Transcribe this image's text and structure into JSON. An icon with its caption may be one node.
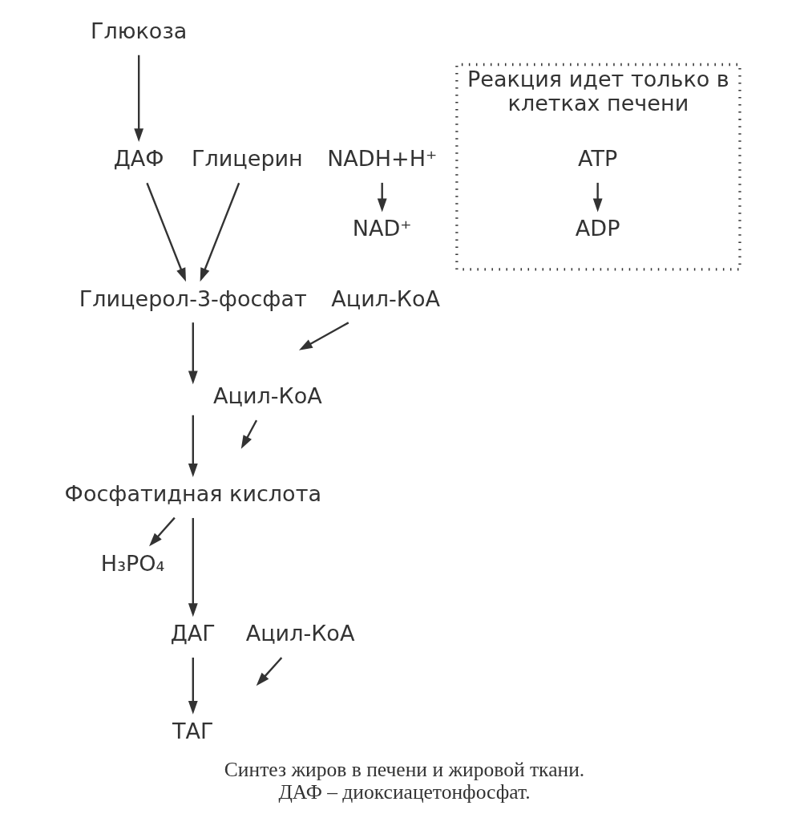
{
  "diagram": {
    "caption": "Синтез жиров в печени и жировой ткани. ДАФ – диоксиацетонфосфат.",
    "nodes": [
      {
        "text": [
          "Глюкоза"
        ]
      },
      {
        "text": [
          "ДАФ"
        ]
      },
      {
        "text": [
          "Глицерин"
        ]
      },
      {
        "text": [
          "NADH+H⁺"
        ]
      },
      {
        "text": [
          "Реакция идет только в клетках печени"
        ]
      },
      {
        "text": [
          "ATP"
        ],
        "in": 4
      },
      {
        "text": [
          "NAD⁺"
        ]
      },
      {
        "text": [
          "ADP"
        ],
        "in": 4
      },
      {
        "text": [
          "Глицерол-3-фосфат"
        ]
      },
      {
        "text": [
          "Ацил-КоА"
        ]
      },
      {
        "text": [
          "Ацил-КоА"
        ]
      },
      {
        "text": [
          "Фосфатидная кислота"
        ]
      },
      {
        "text": [
          "H₃PO₄"
        ]
      },
      {
        "text": [
          "ДАГ"
        ]
      },
      {
        "text": [
          "Ацил-КоА"
        ]
      },
      {
        "text": [
          "ТАГ"
        ]
      }
    ],
    "edges": [
      {
        "from": 0,
        "to": 1,
        "arrow": "to"
      },
      {
        "from": 3,
        "to": 6,
        "arrow": "to"
      },
      {
        "from": 1,
        "to": 8,
        "arrow": "to"
      },
      {
        "from": 2,
        "to": 8,
        "arrow": "to"
      },
      {
        "from": 5,
        "to": 7,
        "arrow": "to"
      },
      {
        "from": 8,
        "to": null,
        "arrow": "to"
      },
      {
        "from": 9,
        "to": null,
        "arrow": "to"
      },
      {
        "from": null,
        "to": 11,
        "arrow": "to"
      },
      {
        "from": 10,
        "to": null,
        "arrow": "to"
      },
      {
        "from": 11,
        "to": 13,
        "arrow": "to"
      },
      {
        "from": 11,
        "to": 12,
        "arrow": "to"
      },
      {
        "from": 13,
        "to": 15,
        "arrow": "to"
      },
      {
        "from": 14,
        "to": null,
        "arrow": "to"
      }
    ]
  }
}
